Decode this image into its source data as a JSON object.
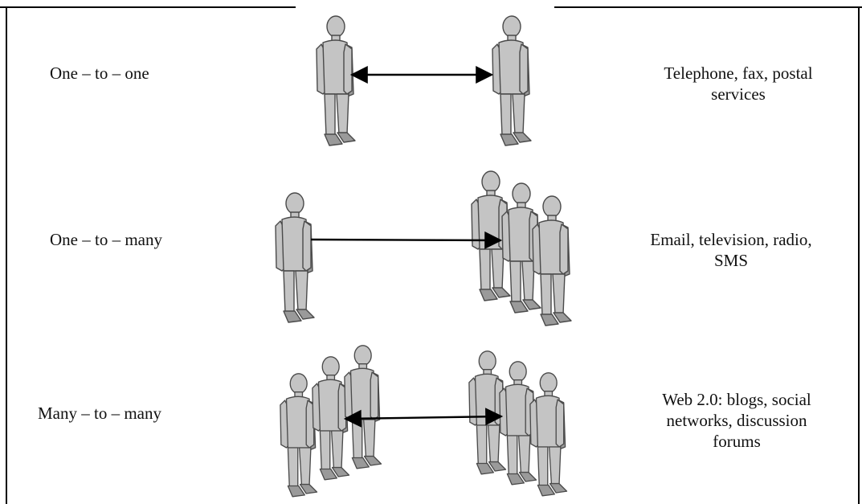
{
  "rows": [
    {
      "mode": "One – to – one",
      "examples": [
        "Telephone, fax, postal",
        "services"
      ]
    },
    {
      "mode": "One – to – many",
      "examples": [
        "Email, television, radio,",
        "SMS"
      ]
    },
    {
      "mode": "Many – to – many",
      "examples": [
        "Web 2.0: blogs, social",
        "networks, discussion",
        "forums"
      ]
    }
  ],
  "colors": {
    "figure_fill": "#c4c4c4",
    "figure_shade": "#9a9a9a",
    "figure_outline": "#4a4a4a",
    "arrow": "#000000"
  },
  "icons": [
    "person-icon",
    "double-arrow-icon",
    "right-arrow-icon"
  ]
}
